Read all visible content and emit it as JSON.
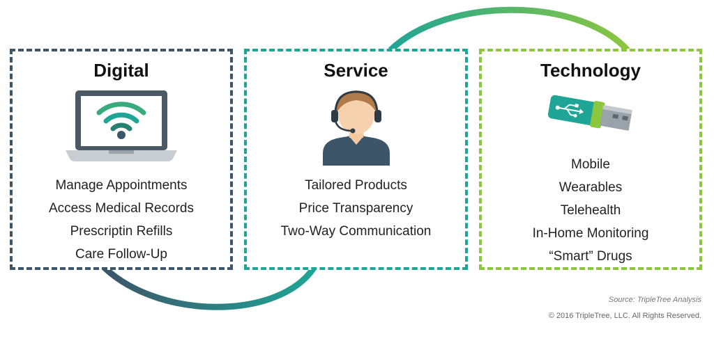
{
  "colors": {
    "digital": "#3c5568",
    "service": "#1fa596",
    "technology": "#8cc63f"
  },
  "panels": [
    {
      "title": "Digital",
      "icon": "laptop-wifi-icon",
      "items": [
        "Manage Appointments",
        "Access Medical Records",
        "Prescriptin Refills",
        "Care Follow-Up"
      ]
    },
    {
      "title": "Service",
      "icon": "support-agent-headset-icon",
      "items": [
        "Tailored Products",
        "Price Transparency",
        "Two-Way Communication"
      ]
    },
    {
      "title": "Technology",
      "icon": "usb-drive-icon",
      "items": [
        "Mobile",
        "Wearables",
        "Telehealth",
        "In-Home Monitoring",
        "“Smart” Drugs"
      ]
    }
  ],
  "footer": {
    "source": "Source: TripleTree Analysis",
    "copyright": "© 2016 TripleTree, LLC. All Rights Reserved."
  }
}
